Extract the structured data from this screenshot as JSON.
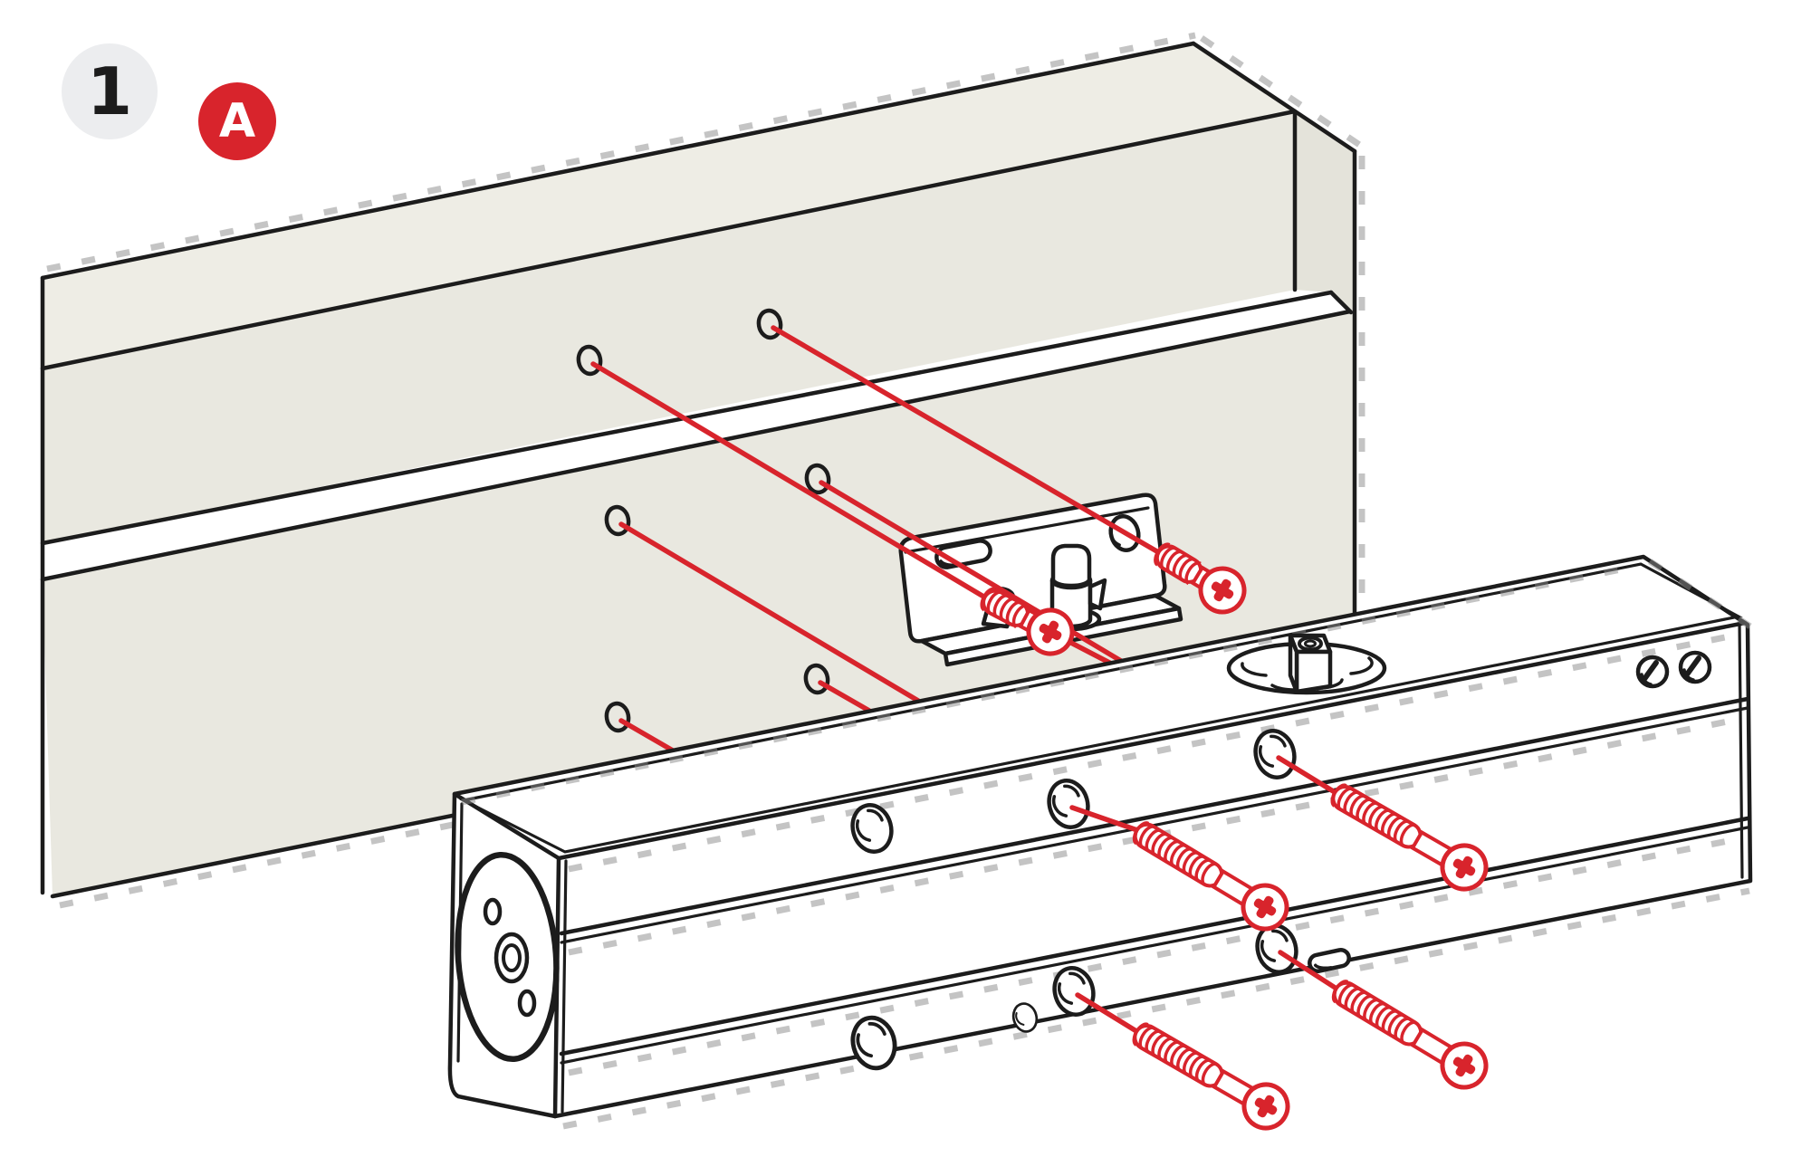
{
  "step": {
    "number": "1"
  },
  "variant": {
    "label": "A"
  },
  "colors": {
    "accent_red": "#d8242c",
    "panel_front": "#e9e8e0",
    "panel_top": "#eeede5",
    "panel_end": "#e4e3da",
    "line": "#1c1c1c",
    "badge_background": "#ecedef",
    "edge_shadow": "#8a8a8a"
  },
  "parts": {
    "door_panel": "door and frame panel",
    "bracket": "arm mounting bracket",
    "closer_body": "door closer body",
    "bracket_screws": 2,
    "body_screws": 4,
    "pilot_holes": 6
  }
}
